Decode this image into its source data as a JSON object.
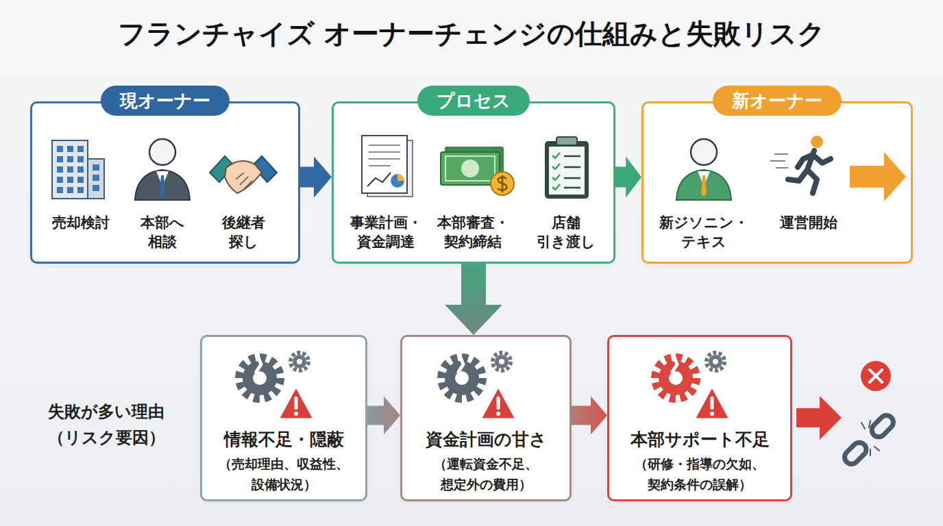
{
  "diagram": {
    "title": "フランチャイズ オーナーチェンジの仕組みと失敗リスク",
    "nodes": [
      {
        "text": [
          "現オーナー",
          "売却検討",
          "本部へ 相談",
          "後継者 探し"
        ]
      },
      {
        "text": [
          "プロセス",
          "事業計画・ 資金調達",
          "本部審査・ 契約締結",
          "店舗 引き渡し"
        ]
      },
      {
        "text": [
          "新オーナー",
          "新ジソニン・ テキス",
          "運営開始"
        ]
      },
      {
        "text": [
          "情報不足・隠蔽",
          "（売却理由、収益性、 設備状況）"
        ]
      },
      {
        "text": [
          "資金計画の甘さ",
          "（運転資金不足、 想定外の費用）"
        ]
      },
      {
        "text": [
          "本部サポート不足",
          "（研修・指導の欠如、 契約条件の誤解）"
        ]
      }
    ],
    "edges": [
      {
        "from": 0,
        "to": 1,
        "arrow": "to"
      },
      {
        "from": 1,
        "to": 2,
        "arrow": "to"
      },
      {
        "from": 1,
        "to": 4,
        "arrow": "to"
      },
      {
        "from": 3,
        "to": 4,
        "arrow": "to"
      },
      {
        "from": 4,
        "to": 5,
        "arrow": "to"
      }
    ],
    "labels": [
      "失敗が多い理由 （リスク要因）"
    ]
  }
}
